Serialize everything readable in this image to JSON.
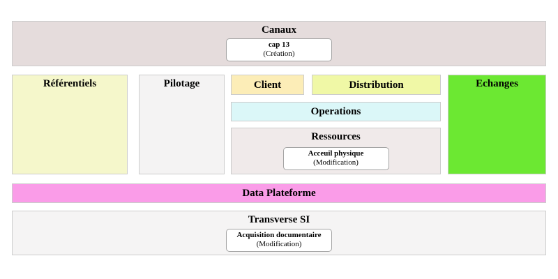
{
  "colors": {
    "canaux_bg": "#e5dcdc",
    "referentiels_bg": "#f5f7cb",
    "pilotage_bg": "#f4f3f3",
    "client_bg": "#fcedb7",
    "distribution_bg": "#f0f8a6",
    "operations_bg": "#dbf7f8",
    "ressources_bg": "#f0eaea",
    "echanges_bg": "#6ce832",
    "data_plateforme_bg": "#fa9ce8",
    "transverse_bg": "#f5f4f4",
    "card_bg": "#ffffff"
  },
  "canaux": {
    "label": "Canaux",
    "card": {
      "title": "cap 13",
      "subtitle": "(Création)"
    }
  },
  "referentiels": {
    "label": "Référentiels"
  },
  "pilotage": {
    "label": "Pilotage"
  },
  "client": {
    "label": "Client"
  },
  "distribution": {
    "label": "Distribution"
  },
  "operations": {
    "label": "Operations"
  },
  "ressources": {
    "label": "Ressources",
    "card": {
      "title": "Acceuil physique",
      "subtitle": "(Modification)"
    }
  },
  "echanges": {
    "label": "Echanges"
  },
  "data_plateforme": {
    "label": "Data Plateforme"
  },
  "transverse_si": {
    "label": "Transverse SI",
    "card": {
      "title": "Acquisition documentaire",
      "subtitle": "(Modification)"
    }
  }
}
